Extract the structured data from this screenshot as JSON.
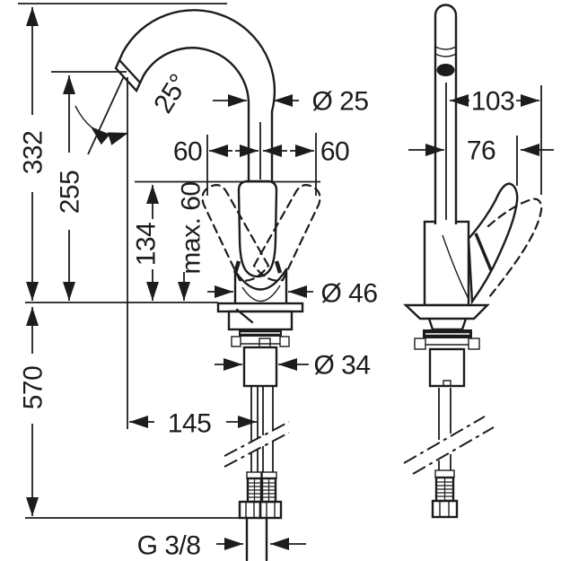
{
  "diagram": {
    "type": "technical-drawing",
    "subject": "faucet-dimensional-drawing",
    "background": "#ffffff",
    "line_color": "#1c1c1e",
    "views": {
      "front": {
        "labels": {
          "height_total": "332",
          "height_to_spout": "255",
          "height_to_pipe": "134",
          "max_base": "max. 60",
          "spout_angle": "25°",
          "pipe_diameter": "Ø 25",
          "swing_left": "60",
          "swing_right": "60",
          "body_diameter": "Ø 46",
          "shank_diameter": "Ø 34",
          "spout_reach": "145",
          "hose_length": "570",
          "connection_thread": "G 3/8"
        }
      },
      "side": {
        "labels": {
          "depth_total": "103",
          "depth_handle": "76"
        }
      }
    }
  }
}
